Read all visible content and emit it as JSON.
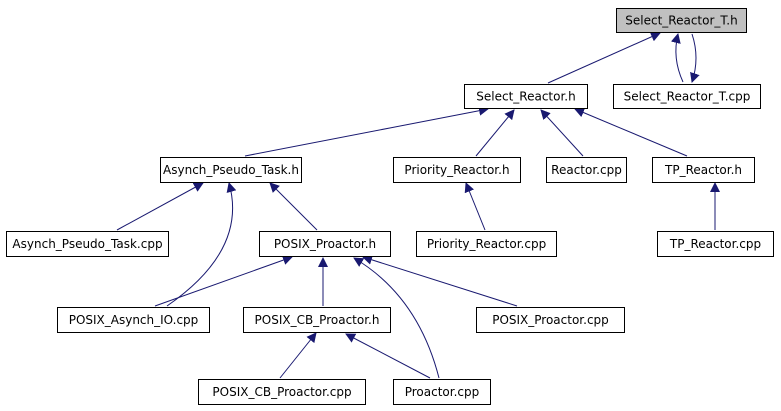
{
  "colors": {
    "node_fill": "#ffffff",
    "root_fill": "#c0c0c0",
    "edge": "#191970",
    "arrowhead": "#191970"
  },
  "nodes": [
    {
      "id": "select_reactor_t_h",
      "label": "Select_Reactor_T.h",
      "root": true
    },
    {
      "id": "select_reactor_h",
      "label": "Select_Reactor.h"
    },
    {
      "id": "select_reactor_t_cpp",
      "label": "Select_Reactor_T.cpp"
    },
    {
      "id": "asynch_pseudo_task_h",
      "label": "Asynch_Pseudo_Task.h"
    },
    {
      "id": "priority_reactor_h",
      "label": "Priority_Reactor.h"
    },
    {
      "id": "reactor_cpp",
      "label": "Reactor.cpp"
    },
    {
      "id": "tp_reactor_h",
      "label": "TP_Reactor.h"
    },
    {
      "id": "asynch_pseudo_task_cpp",
      "label": "Asynch_Pseudo_Task.cpp"
    },
    {
      "id": "posix_proactor_h",
      "label": "POSIX_Proactor.h"
    },
    {
      "id": "priority_reactor_cpp",
      "label": "Priority_Reactor.cpp"
    },
    {
      "id": "tp_reactor_cpp",
      "label": "TP_Reactor.cpp"
    },
    {
      "id": "posix_asynch_io_cpp",
      "label": "POSIX_Asynch_IO.cpp"
    },
    {
      "id": "posix_cb_proactor_h",
      "label": "POSIX_CB_Proactor.h"
    },
    {
      "id": "posix_proactor_cpp",
      "label": "POSIX_Proactor.cpp"
    },
    {
      "id": "posix_cb_proactor_cpp",
      "label": "POSIX_CB_Proactor.cpp"
    },
    {
      "id": "proactor_cpp",
      "label": "Proactor.cpp"
    }
  ],
  "edges": [
    {
      "from": "select_reactor_h",
      "to": "select_reactor_t_h"
    },
    {
      "from": "select_reactor_t_cpp",
      "to": "select_reactor_t_h"
    },
    {
      "from": "select_reactor_t_h",
      "to": "select_reactor_t_cpp"
    },
    {
      "from": "asynch_pseudo_task_h",
      "to": "select_reactor_h"
    },
    {
      "from": "priority_reactor_h",
      "to": "select_reactor_h"
    },
    {
      "from": "reactor_cpp",
      "to": "select_reactor_h"
    },
    {
      "from": "tp_reactor_h",
      "to": "select_reactor_h"
    },
    {
      "from": "asynch_pseudo_task_cpp",
      "to": "asynch_pseudo_task_h"
    },
    {
      "from": "posix_asynch_io_cpp",
      "to": "asynch_pseudo_task_h"
    },
    {
      "from": "posix_proactor_h",
      "to": "asynch_pseudo_task_h"
    },
    {
      "from": "priority_reactor_cpp",
      "to": "priority_reactor_h"
    },
    {
      "from": "tp_reactor_cpp",
      "to": "tp_reactor_h"
    },
    {
      "from": "posix_asynch_io_cpp",
      "to": "posix_proactor_h"
    },
    {
      "from": "posix_cb_proactor_h",
      "to": "posix_proactor_h"
    },
    {
      "from": "posix_proactor_cpp",
      "to": "posix_proactor_h"
    },
    {
      "from": "proactor_cpp",
      "to": "posix_proactor_h"
    },
    {
      "from": "posix_cb_proactor_cpp",
      "to": "posix_cb_proactor_h"
    },
    {
      "from": "proactor_cpp",
      "to": "posix_cb_proactor_h"
    }
  ]
}
